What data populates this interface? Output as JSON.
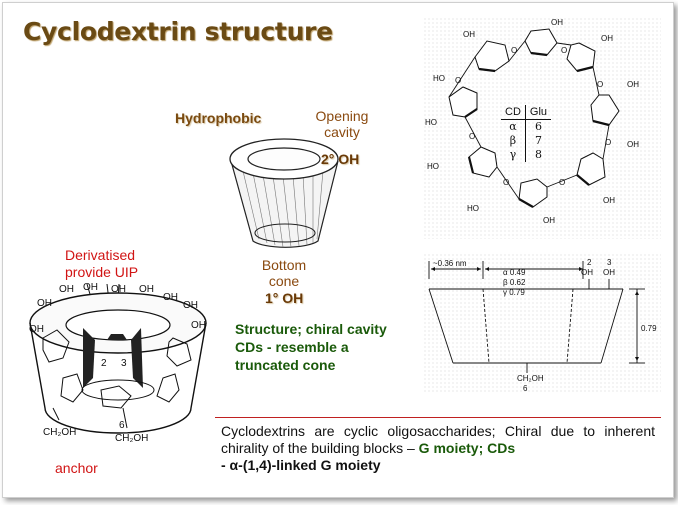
{
  "title": "Cyclodextrin structure",
  "cone": {
    "hydrophobic": "Hydrophobic",
    "opening_line1": "Opening",
    "opening_line2": "cavity",
    "oh_secondary": "2° OH",
    "bottom_line1": "Bottom",
    "bottom_line2": "cone",
    "oh_primary": "1° OH"
  },
  "structure_note": {
    "line1": "Structure; chiral cavity",
    "line2": "CDs - resemble a",
    "line3": "truncated cone"
  },
  "derivatised": {
    "line1": "Derivatised",
    "line2": "provide UIP"
  },
  "anchor": "anchor",
  "model_labels": {
    "oh": "OH",
    "num2": "2",
    "num3": "3",
    "num6": "6",
    "ch2oh_left": "CH₂OH",
    "ch2oh_right": "CH₂OH"
  },
  "cd_table": {
    "header": [
      "CD",
      "Glu"
    ],
    "rows": [
      {
        "cd": "α",
        "glu": "6"
      },
      {
        "cd": "β",
        "glu": "7"
      },
      {
        "cd": "γ",
        "glu": "8"
      }
    ]
  },
  "ring_labels": {
    "oh": "OH",
    "ho": "HO",
    "o": "O"
  },
  "dimensions": {
    "width_label": "~0.36 nm",
    "alpha": "α   0.49",
    "beta": "β   0.62",
    "gamma": "γ   0.79",
    "height": "0.79",
    "pos2": "2",
    "pos3": "3",
    "oh_a": "OH",
    "oh_b": "OH",
    "ch2oh": "CH₂OH",
    "pos6": "6"
  },
  "caption": {
    "part1": "Cyclodextrins are cyclic oligosaccharides; Chiral due to inherent chirality of the building blocks –",
    "highlight1": "G moiety; CDs",
    "part2": "- α-(1,4)-linked G moiety"
  },
  "colors": {
    "title": "#6a4a14",
    "red_label": "#d11414",
    "green_note": "#1a5a0a",
    "brown_label": "#8a4a10"
  }
}
